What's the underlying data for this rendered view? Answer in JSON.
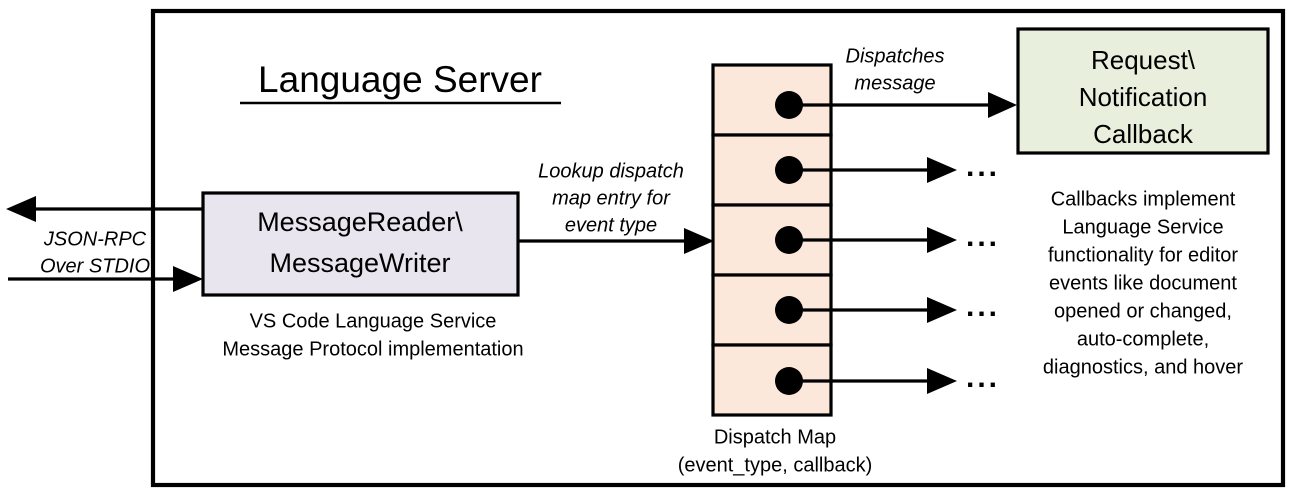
{
  "diagram": {
    "title": "Language Server",
    "colors": {
      "message_box_fill": "#e8e5ef",
      "dispatch_cell_fill": "#fce8da",
      "callback_box_fill": "#e8efdd",
      "stroke": "#000000",
      "background": "#ffffff"
    },
    "external_channel": {
      "label_line1": "JSON-RPC",
      "label_line2": "Over STDIO",
      "outbound_arrow_direction": "left",
      "inbound_arrow_direction": "right"
    },
    "message_box": {
      "line1": "MessageReader\\",
      "line2": "MessageWriter",
      "caption_line1": "VS Code Language Service",
      "caption_line2": "Message Protocol implementation"
    },
    "lookup_annotation": {
      "line1": "Lookup dispatch",
      "line2": "map entry for",
      "line3": "event type"
    },
    "dispatch_map": {
      "caption_line1": "Dispatch Map",
      "caption_line2": "(event_type, callback)",
      "row_count": 5,
      "rows": [
        {
          "index": 1,
          "has_dot": true,
          "target": "callback-box"
        },
        {
          "index": 2,
          "has_dot": true,
          "target": "ellipsis"
        },
        {
          "index": 3,
          "has_dot": true,
          "target": "ellipsis"
        },
        {
          "index": 4,
          "has_dot": true,
          "target": "ellipsis"
        },
        {
          "index": 5,
          "has_dot": true,
          "target": "ellipsis"
        }
      ],
      "ellipsis_glyph": "..."
    },
    "dispatch_annotation": {
      "line1": "Dispatches",
      "line2": "message"
    },
    "callback_box": {
      "line1": "Request\\",
      "line2": "Notification",
      "line3": "Callback",
      "caption_lines": [
        "Callbacks implement",
        "Language Service",
        "functionality for editor",
        "events like document",
        "opened or changed,",
        "auto-complete,",
        "diagnostics, and hover"
      ]
    }
  }
}
